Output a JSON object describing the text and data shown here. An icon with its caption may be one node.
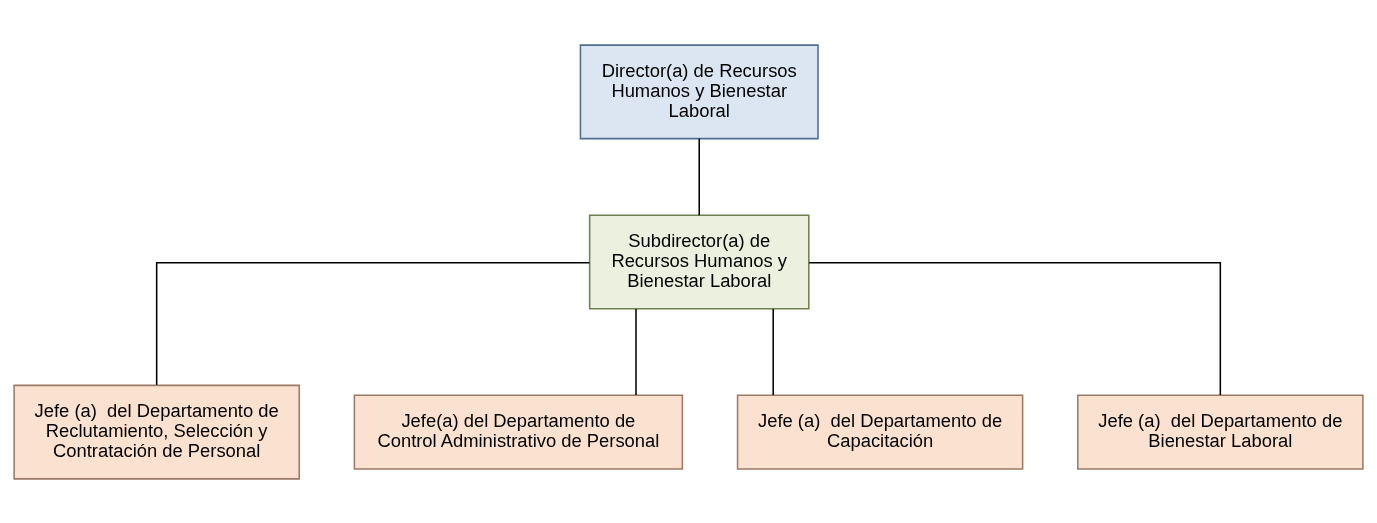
{
  "diagram": {
    "nodes": [
      {
        "text": [
          "Director(a) de Recursos Humanos y Bienestar Laboral"
        ]
      },
      {
        "text": [
          "Subdirector(a) de Recursos Humanos y Bienestar Laboral"
        ]
      },
      {
        "text": [
          "Jefe (a)  del Departamento de Reclutamiento, Selección y Contratación de Personal"
        ]
      },
      {
        "text": [
          "Jefe(a) del Departamento de Control Administrativo de Personal"
        ]
      },
      {
        "text": [
          "Jefe (a)  del Departamento de Capacitación"
        ]
      },
      {
        "text": [
          "Jefe (a)  del Departamento de Bienestar Laboral"
        ]
      }
    ],
    "edges": [
      {
        "from": 0,
        "to": 1,
        "arrow": "none"
      },
      {
        "from": 1,
        "to": 2,
        "arrow": "none"
      },
      {
        "from": 1,
        "to": 3,
        "arrow": "none"
      },
      {
        "from": 1,
        "to": 4,
        "arrow": "none"
      },
      {
        "from": 1,
        "to": 5,
        "arrow": "none"
      }
    ]
  }
}
